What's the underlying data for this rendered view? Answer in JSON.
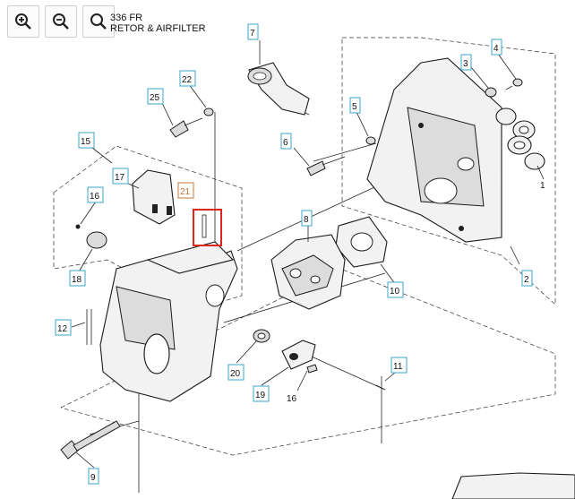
{
  "toolbar": {
    "zoom_in_icon": "zoom-in-icon",
    "zoom_out_icon": "zoom-out-icon",
    "search_icon": "search-icon"
  },
  "header": {
    "line1": "336 FR",
    "line2": "RETOR & AIRFILTER"
  },
  "callouts": {
    "c1": "1",
    "c2": "2",
    "c3": "3",
    "c4": "4",
    "c5": "5",
    "c6": "6",
    "c7": "7",
    "c8": "8",
    "c9": "9",
    "c10": "10",
    "c11": "11",
    "c12": "12",
    "c15": "15",
    "c16a": "16",
    "c16b": "16",
    "c17": "17",
    "c18": "18",
    "c19": "19",
    "c20": "20",
    "c21": "21",
    "c22": "22",
    "c25": "25"
  },
  "colors": {
    "callout_border": "#3aa6c9",
    "highlight": "#e0261b",
    "orange_label": "#c8743a"
  }
}
